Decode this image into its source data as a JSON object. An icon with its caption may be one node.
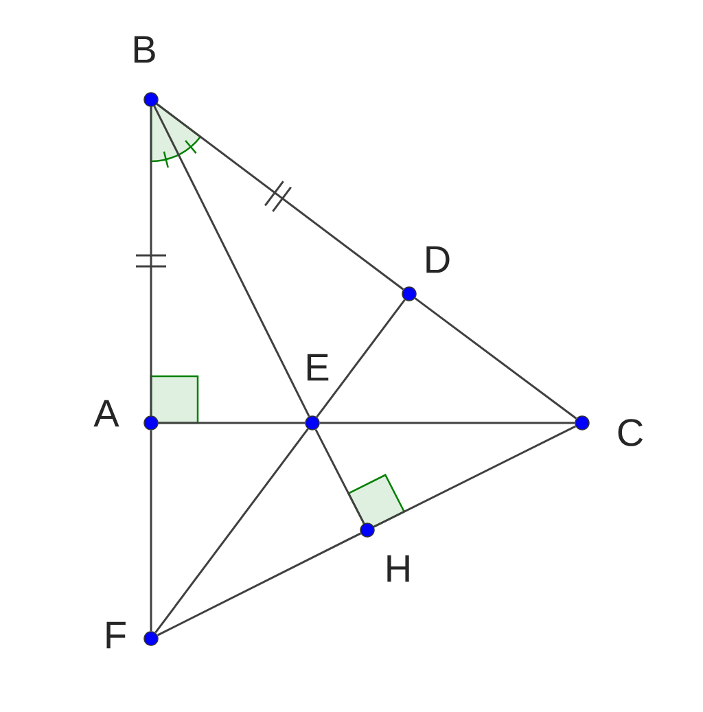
{
  "diagram": {
    "nodes": [
      {
        "text": [],
        "shape": "circle",
        "beside": [
          "B"
        ]
      },
      {
        "text": [],
        "shape": "circle",
        "beside": [
          "D"
        ]
      },
      {
        "text": [],
        "shape": "circle",
        "beside": [
          "E"
        ]
      },
      {
        "text": [],
        "shape": "circle",
        "beside": [
          "A"
        ]
      },
      {
        "text": [],
        "shape": "circle",
        "beside": [
          "C"
        ]
      },
      {
        "text": [],
        "shape": "circle",
        "beside": [
          "H"
        ]
      },
      {
        "text": [],
        "shape": "circle",
        "beside": [
          "F"
        ]
      }
    ],
    "edges": [
      {
        "from": 0,
        "to": 3,
        "arrow": "none"
      },
      {
        "from": 3,
        "to": 6,
        "arrow": "none"
      },
      {
        "from": 0,
        "to": 1,
        "arrow": "none"
      },
      {
        "from": 1,
        "to": 4,
        "arrow": "none"
      },
      {
        "from": 3,
        "to": 2,
        "arrow": "none"
      },
      {
        "from": 2,
        "to": 4,
        "arrow": "none"
      },
      {
        "from": 0,
        "to": 2,
        "arrow": "none"
      },
      {
        "from": 2,
        "to": 5,
        "arrow": "none"
      },
      {
        "from": 1,
        "to": 2,
        "arrow": "none"
      },
      {
        "from": 2,
        "to": 6,
        "arrow": "none"
      },
      {
        "from": 6,
        "to": 5,
        "arrow": "none"
      },
      {
        "from": 5,
        "to": 4,
        "arrow": "none"
      }
    ]
  }
}
